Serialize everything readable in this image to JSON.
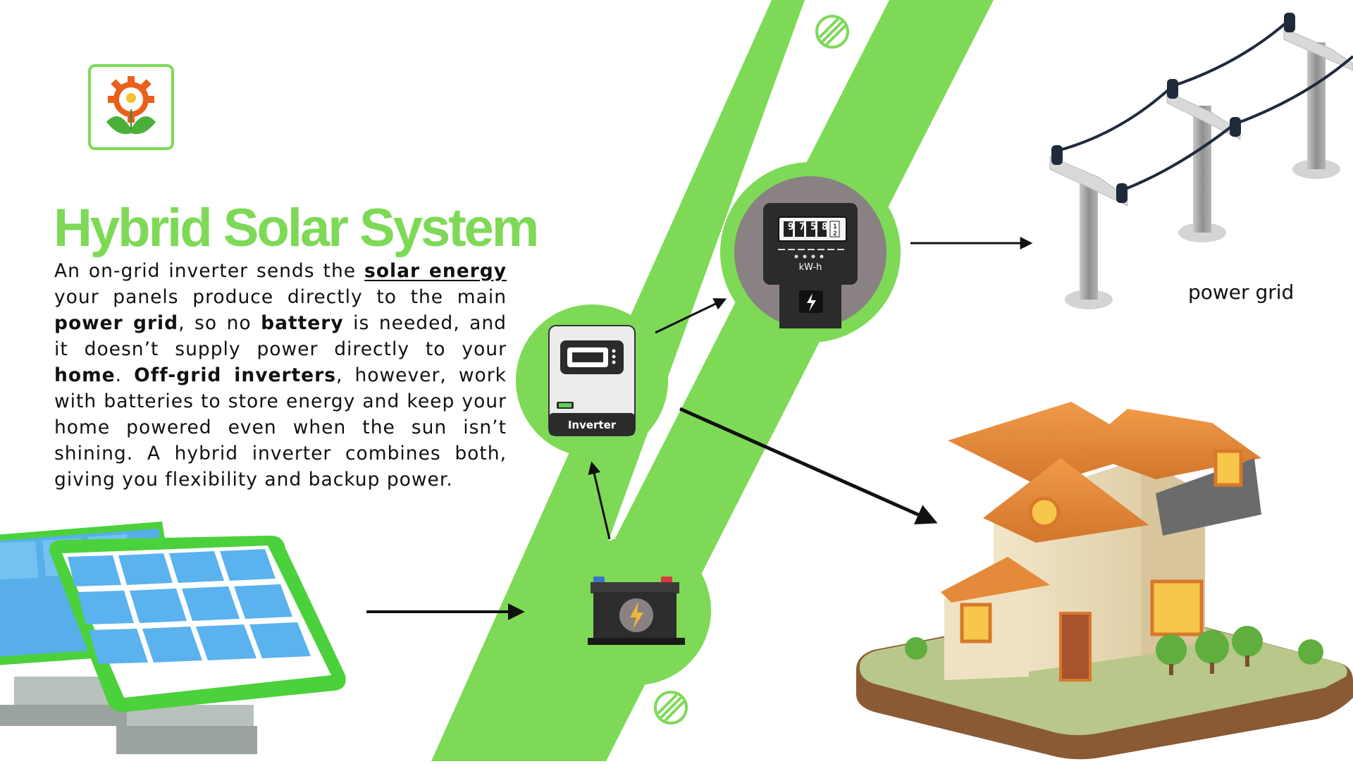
{
  "title": "Hybrid Solar System",
  "description": {
    "p1": "An on-grid inverter sends the ",
    "solar_energy": "solar energy",
    "p2": " your panels produce directly to the main ",
    "power_grid": "power grid",
    "p3": ", so no ",
    "battery": "battery",
    "p4": " is needed, and it doesn’t supply power directly to your ",
    "home": "home",
    "p5": ". ",
    "off_grid": "Off-grid inverters",
    "p6": ", however, work with batteries to store energy and keep your home powered even when the sun isn’t shining. A hybrid inverter combines both, giving you flexibility and backup power."
  },
  "diagram": {
    "inverter_label": "Inverter",
    "meter_unit": "kW-h",
    "meter_digits": [
      "9",
      "7",
      "5",
      "8"
    ],
    "meter_fraction": [
      "1",
      "2"
    ],
    "grid_label": "power grid"
  },
  "colors": {
    "accent_green": "#7ed957",
    "dark_green": "#5dbb3a",
    "panel_blue": "#5ab2ee",
    "arrow": "#111111",
    "meter_bg": "#8a8282",
    "roof_orange": "#e58a3a"
  }
}
